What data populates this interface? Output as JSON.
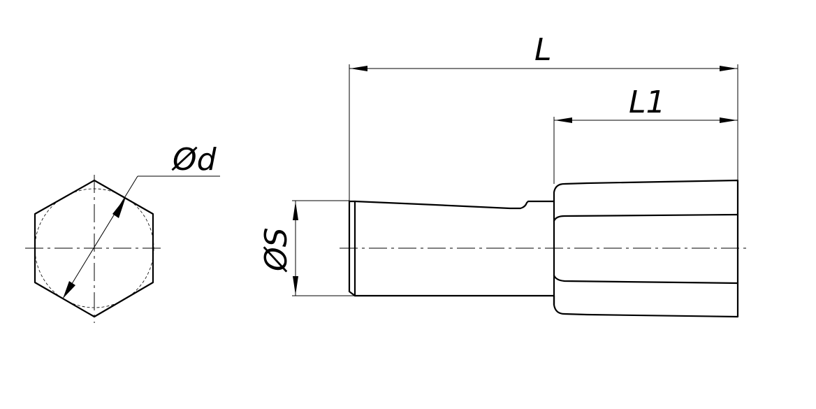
{
  "drawing": {
    "type": "technical-drawing",
    "description": "Hex-shank tool bit: end view and side view",
    "end_view": {
      "shape": "hexagon",
      "dimension_label": "Ød"
    },
    "side_view": {
      "dimensions": {
        "overall_length": "L",
        "head_length": "L1",
        "shank_diameter": "ØS"
      }
    },
    "colors": {
      "line": "#000000",
      "background": "#ffffff"
    }
  }
}
